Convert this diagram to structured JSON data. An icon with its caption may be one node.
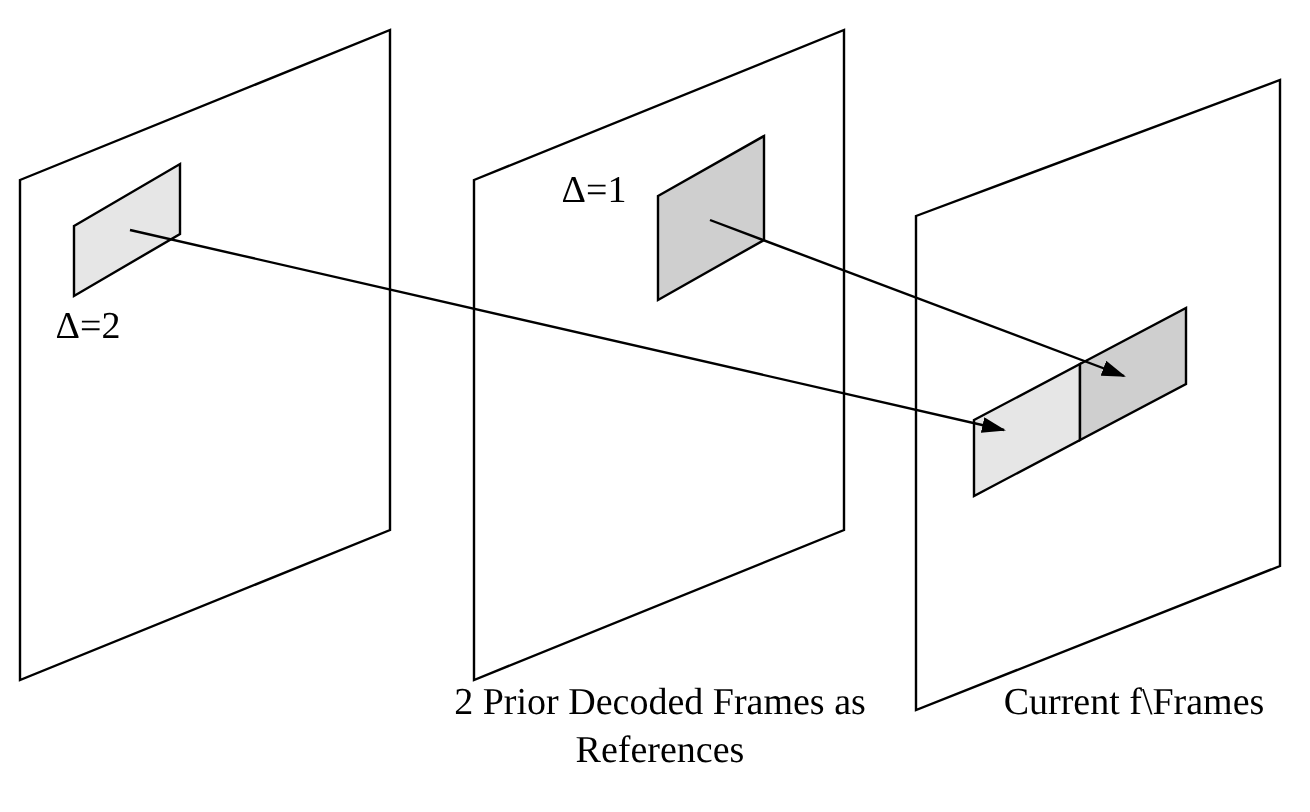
{
  "diagram": {
    "nodes": [
      {
        "text": [],
        "shape": "box"
      },
      {
        "text": [],
        "shape": "box",
        "in": 0,
        "beside": [
          "Δ=2"
        ]
      },
      {
        "text": [],
        "shape": "box"
      },
      {
        "text": [],
        "shape": "box",
        "in": 2,
        "beside": [
          "Δ=1"
        ]
      },
      {
        "text": [],
        "shape": "box"
      },
      {
        "text": [],
        "shape": "box",
        "in": 4
      },
      {
        "text": [],
        "shape": "box",
        "in": 4
      }
    ],
    "edges": [
      {
        "from": 1,
        "to": 5,
        "arrow": "to"
      },
      {
        "from": 3,
        "to": 6,
        "arrow": "to"
      }
    ],
    "labels": [
      "2 Prior Decoded Frames as References",
      "Current f\\Frames"
    ]
  }
}
